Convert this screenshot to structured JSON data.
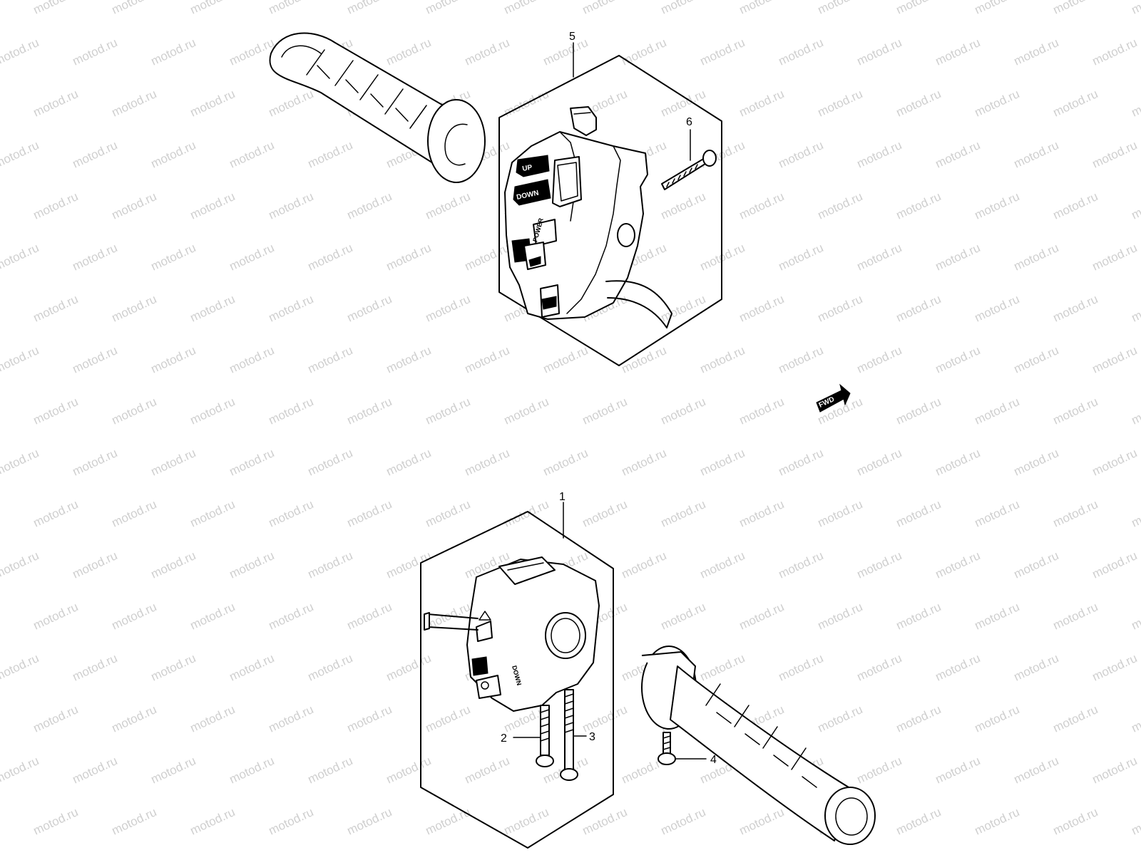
{
  "watermark": "motod.ru",
  "callouts": {
    "c1": "1",
    "c2": "2",
    "c3": "3",
    "c4": "4",
    "c5": "5",
    "c6": "6"
  },
  "switch_labels": {
    "up": "UP",
    "down": "DOWN",
    "power": "POWER",
    "down_small": "DOWN"
  },
  "fwd_label": "FWD"
}
